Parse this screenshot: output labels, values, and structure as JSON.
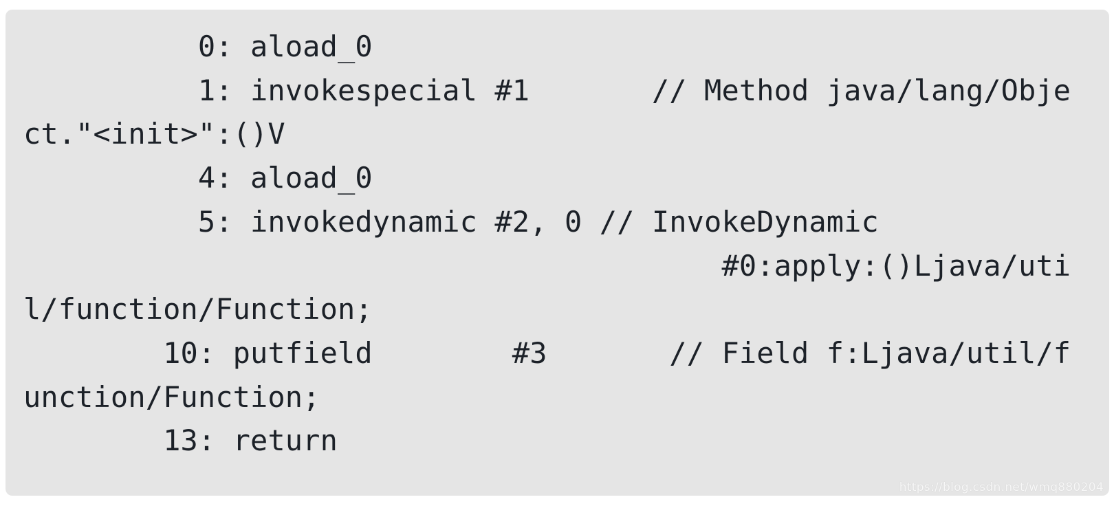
{
  "code_block": {
    "language": "java-bytecode",
    "background_color": "#e5e5e5",
    "text_color": "#1c2128",
    "lines": [
      "          0: aload_0",
      "          1: invokespecial #1       // Method java/lang/Obje",
      "ct.\"<init>\":()V",
      "          4: aload_0",
      "          5: invokedynamic #2, 0 // InvokeDynamic",
      "                                        #0:apply:()Ljava/uti",
      "l/function/Function;",
      "        10: putfield        #3       // Field f:Ljava/util/f",
      "unction/Function;",
      "        13: return"
    ]
  },
  "watermark": {
    "text": "https://blog.csdn.net/wmq880204"
  }
}
